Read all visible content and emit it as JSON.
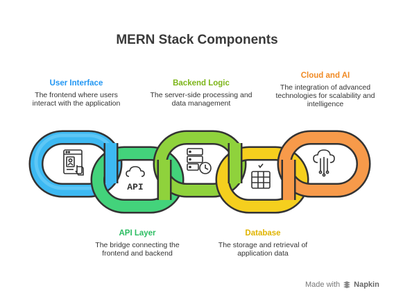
{
  "title": "MERN Stack Components",
  "components": [
    {
      "label": "User Interface",
      "description": "The frontend where users interact with the application",
      "color": "#2196F3",
      "ring_color": "#3db9f2",
      "icon": "ui-window-icon"
    },
    {
      "label": "API Layer",
      "description": "The bridge connecting the frontend and backend",
      "color": "#2bbd62",
      "ring_color": "#43d37b",
      "icon": "cloud-api-icon",
      "icon_text": "API"
    },
    {
      "label": "Backend Logic",
      "description": "The server-side processing and data management",
      "color": "#7cb518",
      "ring_color": "#8fd23c",
      "icon": "server-clock-icon"
    },
    {
      "label": "Database",
      "description": "The storage and retrieval of application data",
      "color": "#e0b400",
      "ring_color": "#f5cf1e",
      "icon": "database-icon"
    },
    {
      "label": "Cloud and AI",
      "description": "The integration of advanced technologies for scalability and intelligence",
      "color": "#f08a24",
      "ring_color": "#f79a4a",
      "icon": "cloud-circuit-icon"
    }
  ],
  "footer": {
    "prefix": "Made with",
    "brand": "Napkin"
  }
}
